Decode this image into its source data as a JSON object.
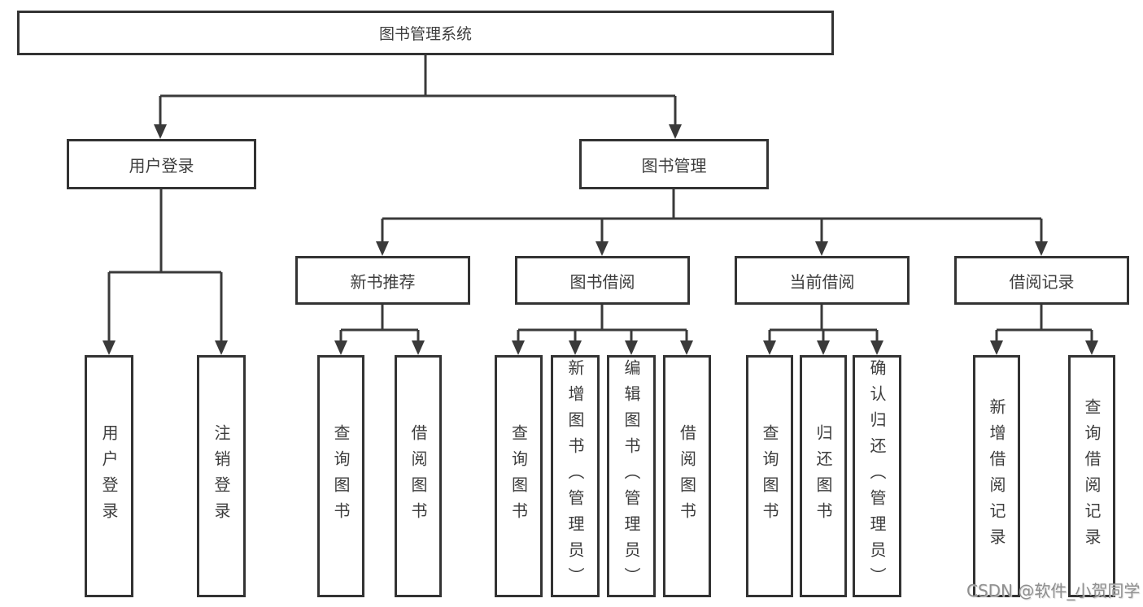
{
  "diagram": {
    "type": "hierarchy-tree",
    "orientation": "top-down"
  },
  "nodes": {
    "root": {
      "label": "图书管理系统"
    },
    "login": {
      "label": "用户登录"
    },
    "mgmt": {
      "label": "图书管理"
    },
    "recommend": {
      "label": "新书推荐"
    },
    "borrow": {
      "label": "图书借阅"
    },
    "current": {
      "label": "当前借阅"
    },
    "records": {
      "label": "借阅记录"
    },
    "user_login": {
      "label": "用户登录"
    },
    "logout": {
      "label": "注销登录"
    },
    "rec_query": {
      "label": "查询图书"
    },
    "rec_borrow": {
      "label": "借阅图书"
    },
    "bor_query": {
      "label": "查询图书"
    },
    "bor_add": {
      "label": "新增图书（管理员）"
    },
    "bor_edit": {
      "label": "编辑图书（管理员）"
    },
    "bor_borrow": {
      "label": "借阅图书"
    },
    "cur_query": {
      "label": "查询图书"
    },
    "cur_return": {
      "label": "归还图书"
    },
    "cur_confirm": {
      "label": "确认归还（管理员）"
    },
    "recd_add": {
      "label": "新增借阅记录"
    },
    "recd_query": {
      "label": "查询借阅记录"
    }
  },
  "edges": [
    {
      "from": "图书管理系统",
      "to": [
        "用户登录",
        "图书管理"
      ]
    },
    {
      "from": "用户登录",
      "to": [
        "用户登录",
        "注销登录"
      ]
    },
    {
      "from": "图书管理",
      "to": [
        "新书推荐",
        "图书借阅",
        "当前借阅",
        "借阅记录"
      ]
    },
    {
      "from": "新书推荐",
      "to": [
        "查询图书",
        "借阅图书"
      ]
    },
    {
      "from": "图书借阅",
      "to": [
        "查询图书",
        "新增图书（管理员）",
        "编辑图书（管理员）",
        "借阅图书"
      ]
    },
    {
      "from": "当前借阅",
      "to": [
        "查询图书",
        "归还图书",
        "确认归还（管理员）"
      ]
    },
    {
      "from": "借阅记录",
      "to": [
        "新增借阅记录",
        "查询借阅记录"
      ]
    }
  ],
  "watermark": {
    "text": "CSDN @软件_小贺同学",
    "color": "#8f8f8f"
  },
  "colors": {
    "line": "#3a3a3a",
    "box_border": "#333333",
    "text": "#3d3d3d",
    "background": "#ffffff"
  }
}
